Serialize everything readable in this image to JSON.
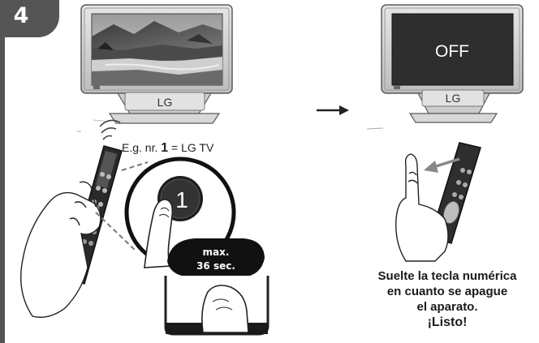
{
  "step": {
    "number": "4"
  },
  "tv_left": {
    "brand": "LG",
    "screen_state": "on"
  },
  "tv_right": {
    "brand": "LG",
    "screen_text": "OFF"
  },
  "caption": {
    "prefix": "E.g. nr.",
    "number": "1",
    "suffix": "= LG TV"
  },
  "button": {
    "label": "1"
  },
  "timer": {
    "line1": "max.",
    "line2": "36 sec."
  },
  "instructions": {
    "lines": [
      "Suelte la tecla numérica",
      "en cuanto se apague",
      "el aparato."
    ],
    "final": "¡Listo!"
  },
  "colors": {
    "badge": "#555555",
    "screen_off": "#2e2e2e",
    "tv_frame": "#d4d4d4"
  },
  "icons": [
    "ir-signal-icon",
    "transition-arrow-icon",
    "release-arrow-icon"
  ]
}
